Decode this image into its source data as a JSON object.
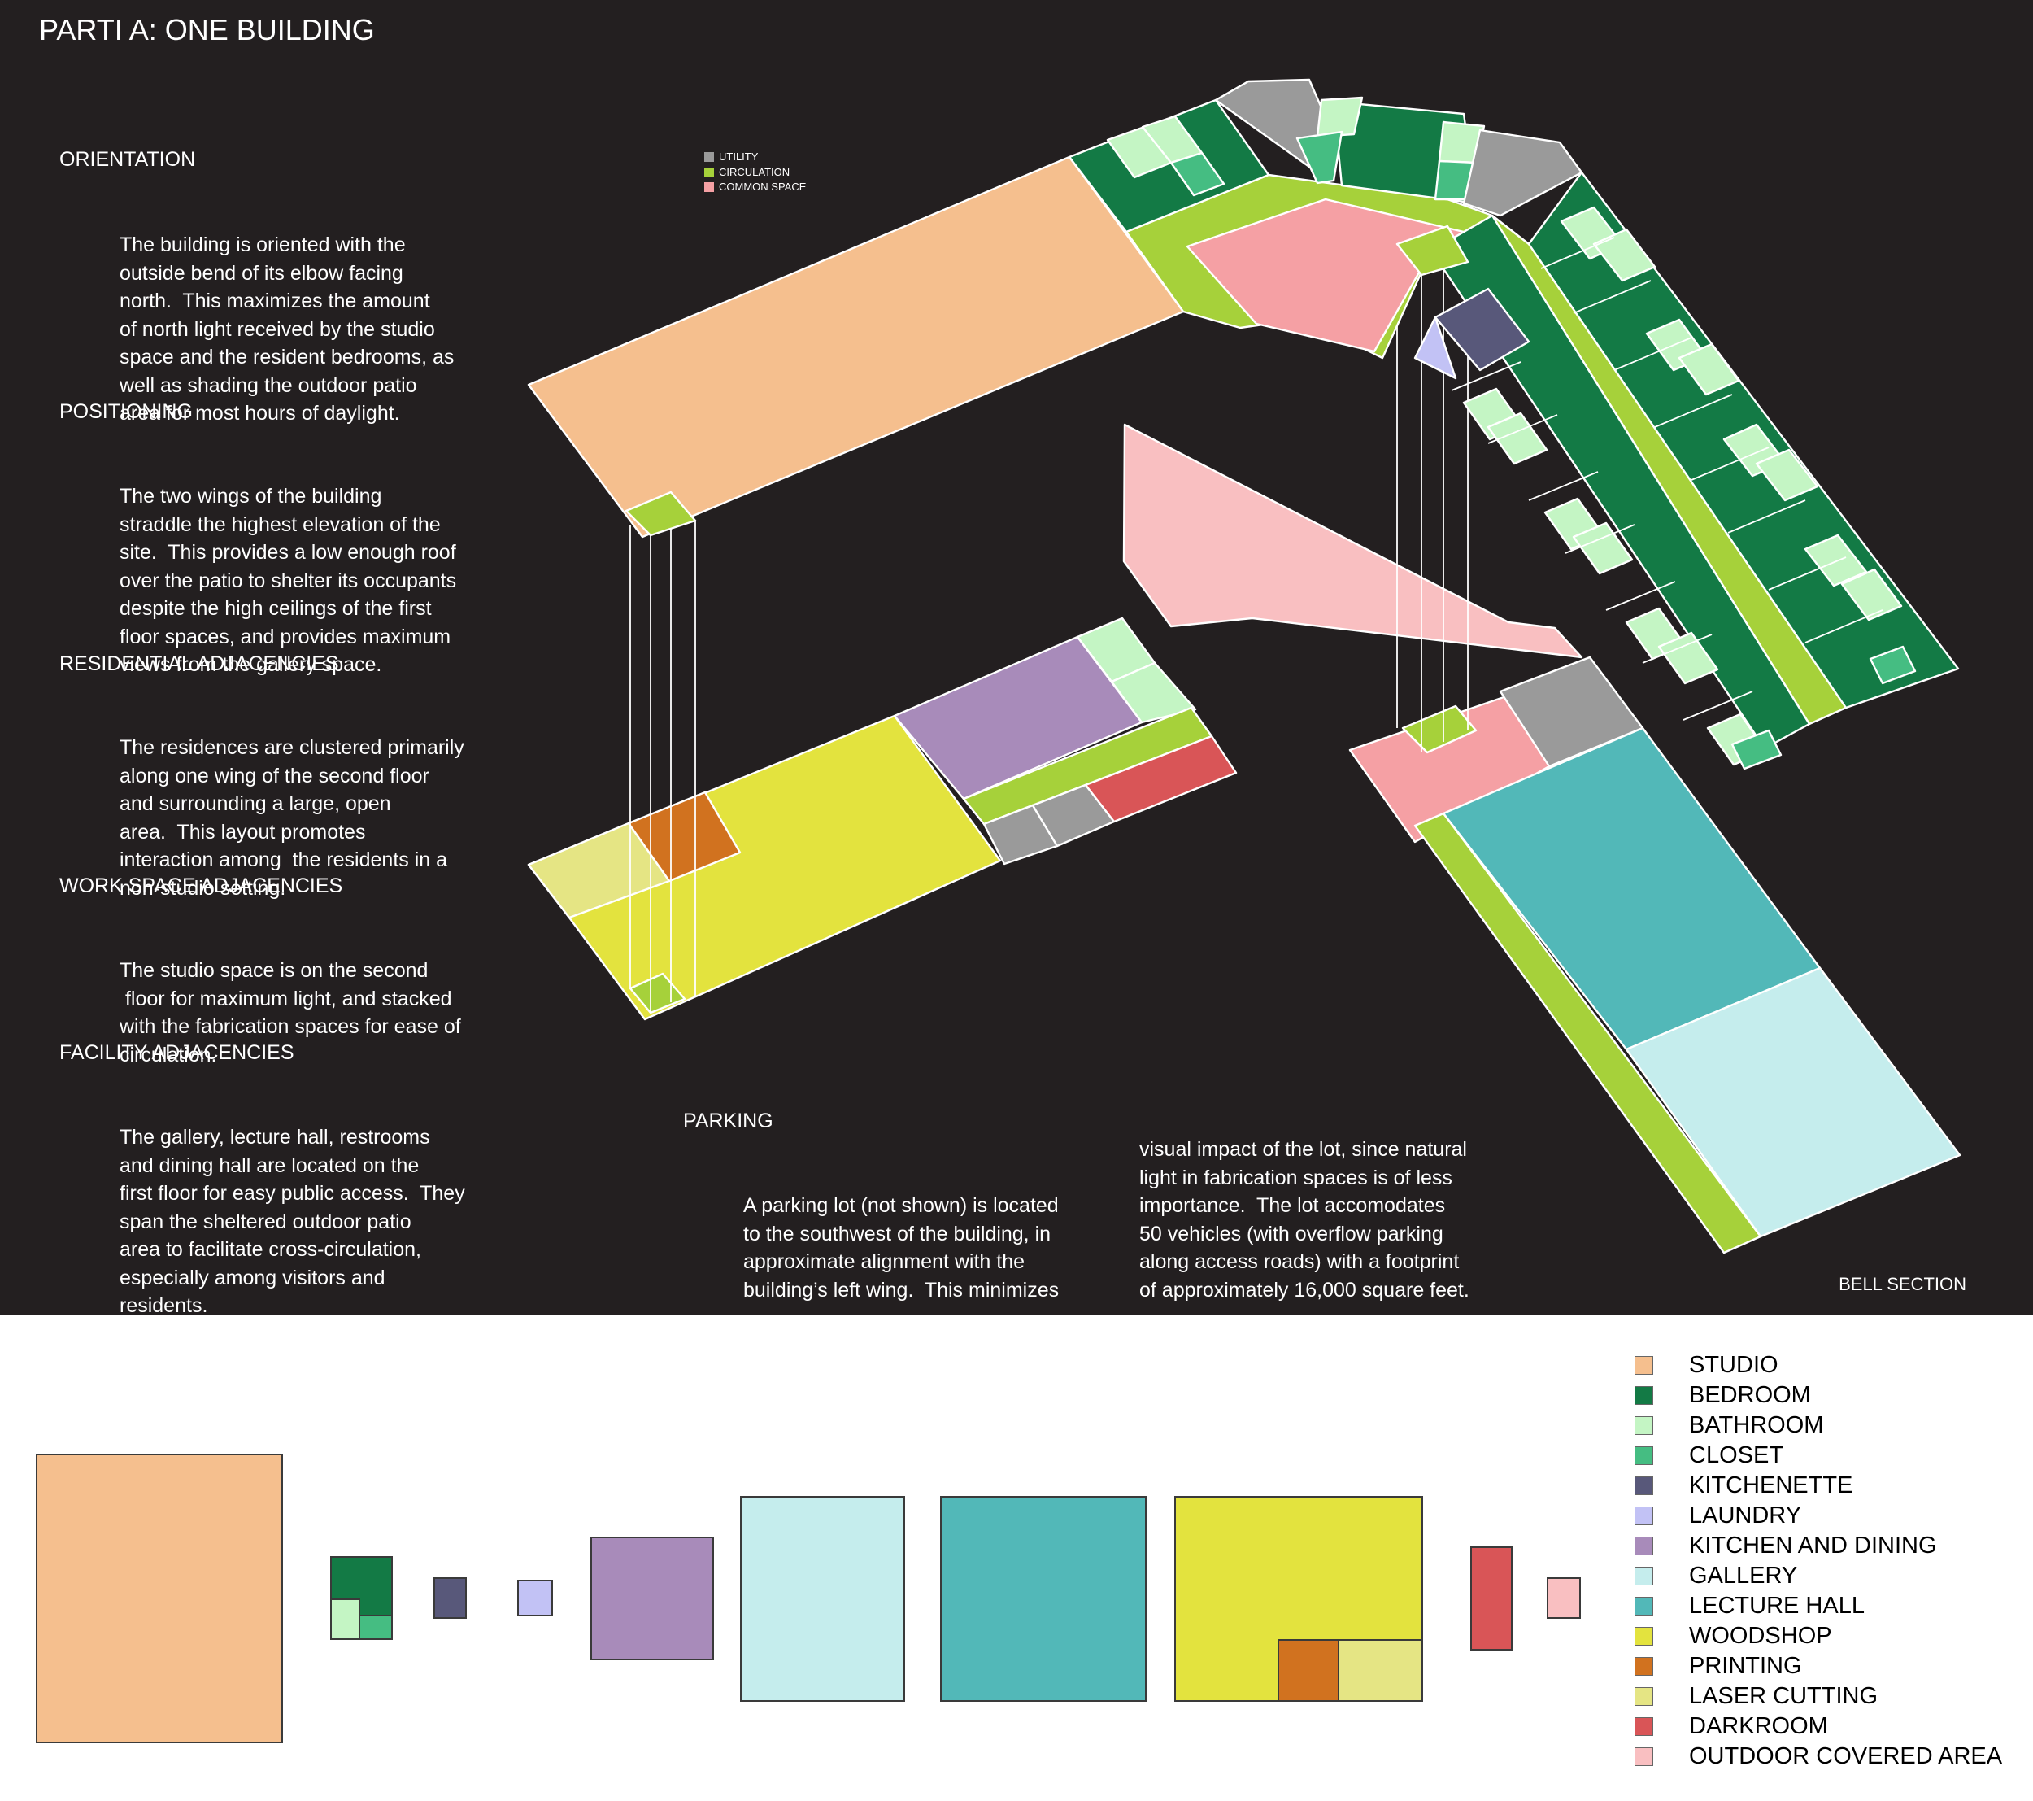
{
  "title": "PARTI A:  ONE BUILDING",
  "sections": [
    {
      "heading": "ORIENTATION",
      "lines": [
        "The building is oriented with the",
        "outside bend of its elbow facing",
        "north.  This maximizes the amount",
        "of north light received by the studio",
        "space and the resident bedrooms, as",
        "well as shading the outdoor patio",
        "area for most hours of daylight."
      ]
    },
    {
      "heading": "POSITIONING",
      "lines": [
        "The two wings of the building",
        "straddle the highest elevation of the",
        "site.  This provides a low enough roof",
        "over the patio to shelter its occupants",
        "despite the high ceilings of the first",
        "floor spaces, and provides maximum",
        "views from the gallery space."
      ]
    },
    {
      "heading": "RESIDENTIAL ADJACENCIES",
      "lines": [
        "The residences are clustered primarily",
        "along one wing of the second floor",
        "and surrounding a large, open",
        "area.  This layout promotes",
        "interaction among  the residents in a",
        "non-studio setting."
      ]
    },
    {
      "heading": "WORK SPACE ADJACENCIES",
      "lines": [
        "The studio space is on the second",
        " floor for maximum light, and stacked",
        "with the fabrication spaces for ease of",
        "circulation."
      ]
    },
    {
      "heading": "FACILITY ADJACENCIES",
      "lines": [
        "The gallery, lecture hall, restrooms",
        "and dining hall are located on the",
        "first floor for easy public access.  They",
        "span the sheltered outdoor patio",
        "area to facilitate cross-circulation,",
        "especially among visitors and",
        "residents."
      ]
    }
  ],
  "parking": {
    "heading": "PARKING",
    "col1": [
      "A parking lot (not shown) is located",
      "to the southwest of the building, in",
      "approximate alignment with the",
      "building’s left wing.  This minimizes"
    ],
    "col2": [
      "visual impact of the lot, since natural",
      "light in fabrication spaces is of less",
      "importance.  The lot accomodates",
      "50 vehicles (with overflow parking",
      "along access roads) with a footprint",
      "of approximately 16,000 square feet."
    ]
  },
  "small_legend": [
    {
      "label": "UTILITY",
      "color": "#9a9a9a"
    },
    {
      "label": "CIRCULATION",
      "color": "#a6d13a"
    },
    {
      "label": "COMMON SPACE",
      "color": "#f5a0a4"
    }
  ],
  "credit": "BELL SECTION",
  "legend": [
    {
      "label": "STUDIO",
      "color": "#f5bf8e"
    },
    {
      "label": "BEDROOM",
      "color": "#137a45"
    },
    {
      "label": "BATHROOM",
      "color": "#c4f5c4"
    },
    {
      "label": "CLOSET",
      "color": "#45bd82"
    },
    {
      "label": "KITCHENETTE",
      "color": "#58587a"
    },
    {
      "label": "LAUNDRY",
      "color": "#c2c2f5"
    },
    {
      "label": "KITCHEN AND DINING",
      "color": "#a88bba"
    },
    {
      "label": "GALLERY",
      "color": "#c5eded"
    },
    {
      "label": "LECTURE HALL",
      "color": "#52b8b8"
    },
    {
      "label": "WOODSHOP",
      "color": "#e3e33e"
    },
    {
      "label": "PRINTING",
      "color": "#d1721f"
    },
    {
      "label": "LASER CUTTING",
      "color": "#e5e584"
    },
    {
      "label": "DARKROOM",
      "color": "#d95557"
    },
    {
      "label": "OUTDOOR COVERED AREA",
      "color": "#f9bfc1"
    }
  ]
}
